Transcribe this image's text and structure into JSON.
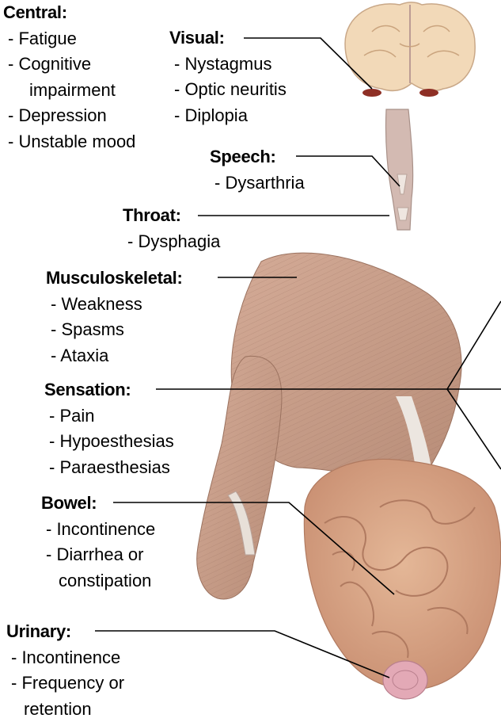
{
  "labels": {
    "central": {
      "title": "Central:",
      "items": [
        "- Fatigue",
        "- Cognitive",
        "impairment",
        "- Depression",
        "- Unstable mood"
      ]
    },
    "visual": {
      "title": "Visual:",
      "items": [
        "- Nystagmus",
        "- Optic neuritis",
        "- Diplopia"
      ]
    },
    "speech": {
      "title": "Speech:",
      "items": [
        "- Dysarthria"
      ]
    },
    "throat": {
      "title": "Throat:",
      "items": [
        "- Dysphagia"
      ]
    },
    "musculoskeletal": {
      "title": "Musculoskeletal:",
      "items": [
        "- Weakness",
        "- Spasms",
        "- Ataxia"
      ]
    },
    "sensation": {
      "title": "Sensation:",
      "items": [
        "- Pain",
        "- Hypoesthesias",
        "- Paraesthesias"
      ]
    },
    "bowel": {
      "title": "Bowel:",
      "items": [
        "- Incontinence",
        "- Diarrhea or",
        "constipation"
      ]
    },
    "urinary": {
      "title": "Urinary:",
      "items": [
        "- Incontinence",
        "- Frequency or",
        "retention"
      ]
    }
  },
  "colors": {
    "brain": "#f2d9b8",
    "muscle": "#c99f8a",
    "muscle_dark": "#a9806c",
    "tendon": "#e8e0d8",
    "intestine": "#d9a98c",
    "bladder": "#e3a9b6",
    "spine": "#d3bab2",
    "leader": "#000000"
  }
}
